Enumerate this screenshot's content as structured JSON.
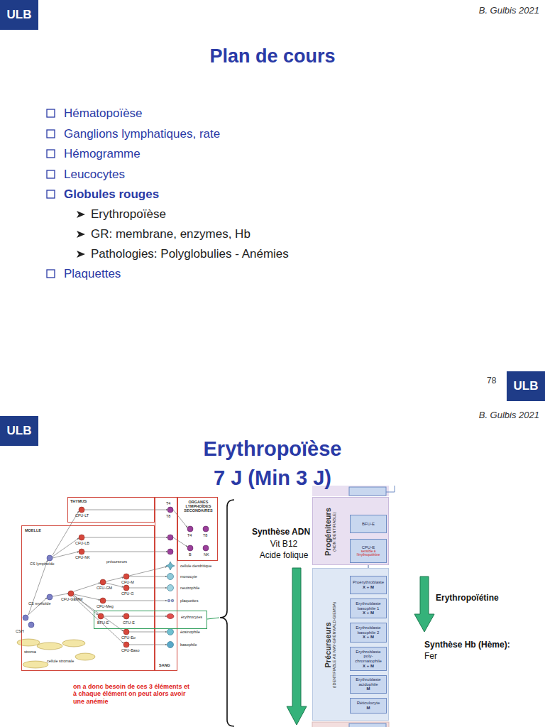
{
  "diagram": {
    "title": "Plan de cours",
    "nodes": [
      {
        "text": [
          "ULB"
        ]
      },
      {
        "text": [
          "ULB"
        ]
      },
      {
        "text": [
          "ULB"
        ]
      },
      {
        "text": [
          "THYMUS"
        ]
      },
      {
        "text": [
          "ORGANES LYMPHOÏDES SECONDAIRES"
        ]
      },
      {
        "text": [
          "MOELLE"
        ]
      },
      {
        "text": [
          "SANG"
        ]
      },
      {
        "text": [
          "BFU-E",
          "CFU-E",
          "érythrocytes"
        ]
      },
      {
        "text": [
          "Progéniteurs",
          "(NON IDENTIFIABLE)"
        ]
      },
      {
        "text": [
          "BFU-E"
        ],
        "in": 8
      },
      {
        "text": [
          "CFU-E",
          "sensible à l'érythropoïétine"
        ],
        "in": 8
      },
      {
        "text": [
          "Précurseurs",
          "(IDENTIFIABLE AU MAY-GRÜNWALD-GIEMSA)"
        ]
      },
      {
        "text": [
          "Proérythroblaste",
          "X + M"
        ],
        "in": 11
      },
      {
        "text": [
          "Erythroblaste basophile 1",
          "X + M"
        ],
        "in": 11
      },
      {
        "text": [
          "Erythroblaste basophile 2",
          "X + M"
        ],
        "in": 11
      },
      {
        "text": [
          "Erythroblaste poly-chromatophile",
          "X + M"
        ],
        "in": 11
      },
      {
        "text": [
          "Erythroblaste acidophile",
          "M"
        ],
        "in": 11
      },
      {
        "text": [
          "Réticulocyte",
          "M"
        ],
        "in": 11
      }
    ],
    "edges": [
      {
        "from": 9,
        "to": 10,
        "arrow": "to"
      },
      {
        "from": 10,
        "to": 12,
        "arrow": "to"
      },
      {
        "from": 12,
        "to": 13,
        "arrow": "to"
      },
      {
        "from": 13,
        "to": 14,
        "arrow": "to"
      },
      {
        "from": 14,
        "to": 15,
        "arrow": "to"
      },
      {
        "from": 15,
        "to": 16,
        "arrow": "to"
      },
      {
        "from": 16,
        "to": 17,
        "arrow": "to"
      }
    ],
    "labels": [
      "B. Gulbis 2021",
      "Hématopoïèse",
      "Ganglions lymphatiques, rate",
      "Hémogramme",
      "Leucocytes",
      "Globules rouges",
      "Erythropoïèse",
      "GR: membrane, enzymes, Hb",
      "Pathologies: Polyglobulies - Anémies",
      "Plaquettes",
      "78",
      "B. Gulbis 2021",
      "Erythropoïèse",
      "7 J (Min 3 J)",
      "Synthèse ADN",
      "Vit B12",
      "Acide folique",
      "Erythropoïétine",
      "Synthèse Hb (Hème):",
      "Fer",
      "on a donc besoin de ces 3 éléments et à chaque élément on peut alors avoir une anémie",
      "CFU-LT",
      "CS lymphoïde",
      "CFU-LB",
      "CFU-NK",
      "précurseurs",
      "CS myéloïde",
      "CFU-GEMM",
      "CFU-GM",
      "CFU-M",
      "CFU-G",
      "CFU-Meg",
      "CFU-Eo",
      "CFU-Baso",
      "CSH",
      "stroma",
      "cellule stromale",
      "T4",
      "T8",
      "T4",
      "T8",
      "B",
      "NK",
      "cellule dendritique",
      "monocyte",
      "neutrophile",
      "plaquettes",
      "éosinophile",
      "basophile"
    ]
  }
}
